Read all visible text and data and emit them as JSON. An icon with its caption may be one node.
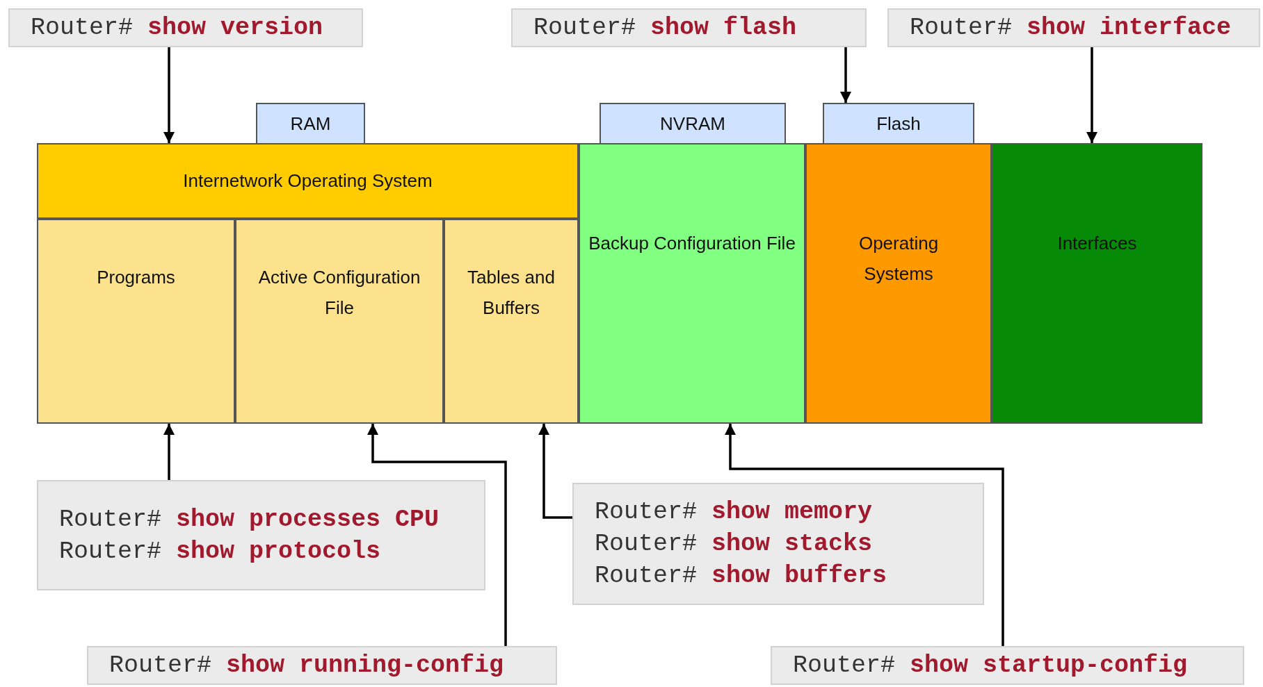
{
  "diagram": {
    "nodes": [
      {
        "text": [
          "Router# **show version**"
        ]
      },
      {
        "text": [
          "Router# **show flash**"
        ]
      },
      {
        "text": [
          "Router# **show interface**"
        ]
      },
      {
        "text": [
          "RAM"
        ]
      },
      {
        "text": [
          "NVRAM"
        ]
      },
      {
        "text": [
          "Flash"
        ]
      },
      {
        "text": [
          "Internetwork Operating System"
        ]
      },
      {
        "text": [
          "Programs"
        ]
      },
      {
        "text": [
          "Active Configuration File"
        ]
      },
      {
        "text": [
          "Tables and Buffers"
        ]
      },
      {
        "text": [
          "Backup Configuration File"
        ]
      },
      {
        "text": [
          "Operating Systems"
        ]
      },
      {
        "text": [
          "Interfaces"
        ]
      },
      {
        "text": [
          "Router# **show processes CPU**",
          "Router# **show protocols**"
        ]
      },
      {
        "text": [
          "Router# **show memory**",
          "Router# **show stacks**",
          "Router# **show buffers**"
        ]
      },
      {
        "text": [
          "Router# **show running-config**"
        ]
      },
      {
        "text": [
          "Router# **show startup-config**"
        ]
      }
    ],
    "edges": [
      {
        "from": 0,
        "to": 6,
        "arrow": "to"
      },
      {
        "from": 1,
        "to": 5,
        "arrow": "to"
      },
      {
        "from": 2,
        "to": 12,
        "arrow": "to"
      },
      {
        "from": 13,
        "to": 7,
        "arrow": "to"
      },
      {
        "from": 15,
        "to": 8,
        "arrow": "to"
      },
      {
        "from": 14,
        "to": 9,
        "arrow": "to"
      },
      {
        "from": 16,
        "to": 10,
        "arrow": "to"
      }
    ]
  }
}
